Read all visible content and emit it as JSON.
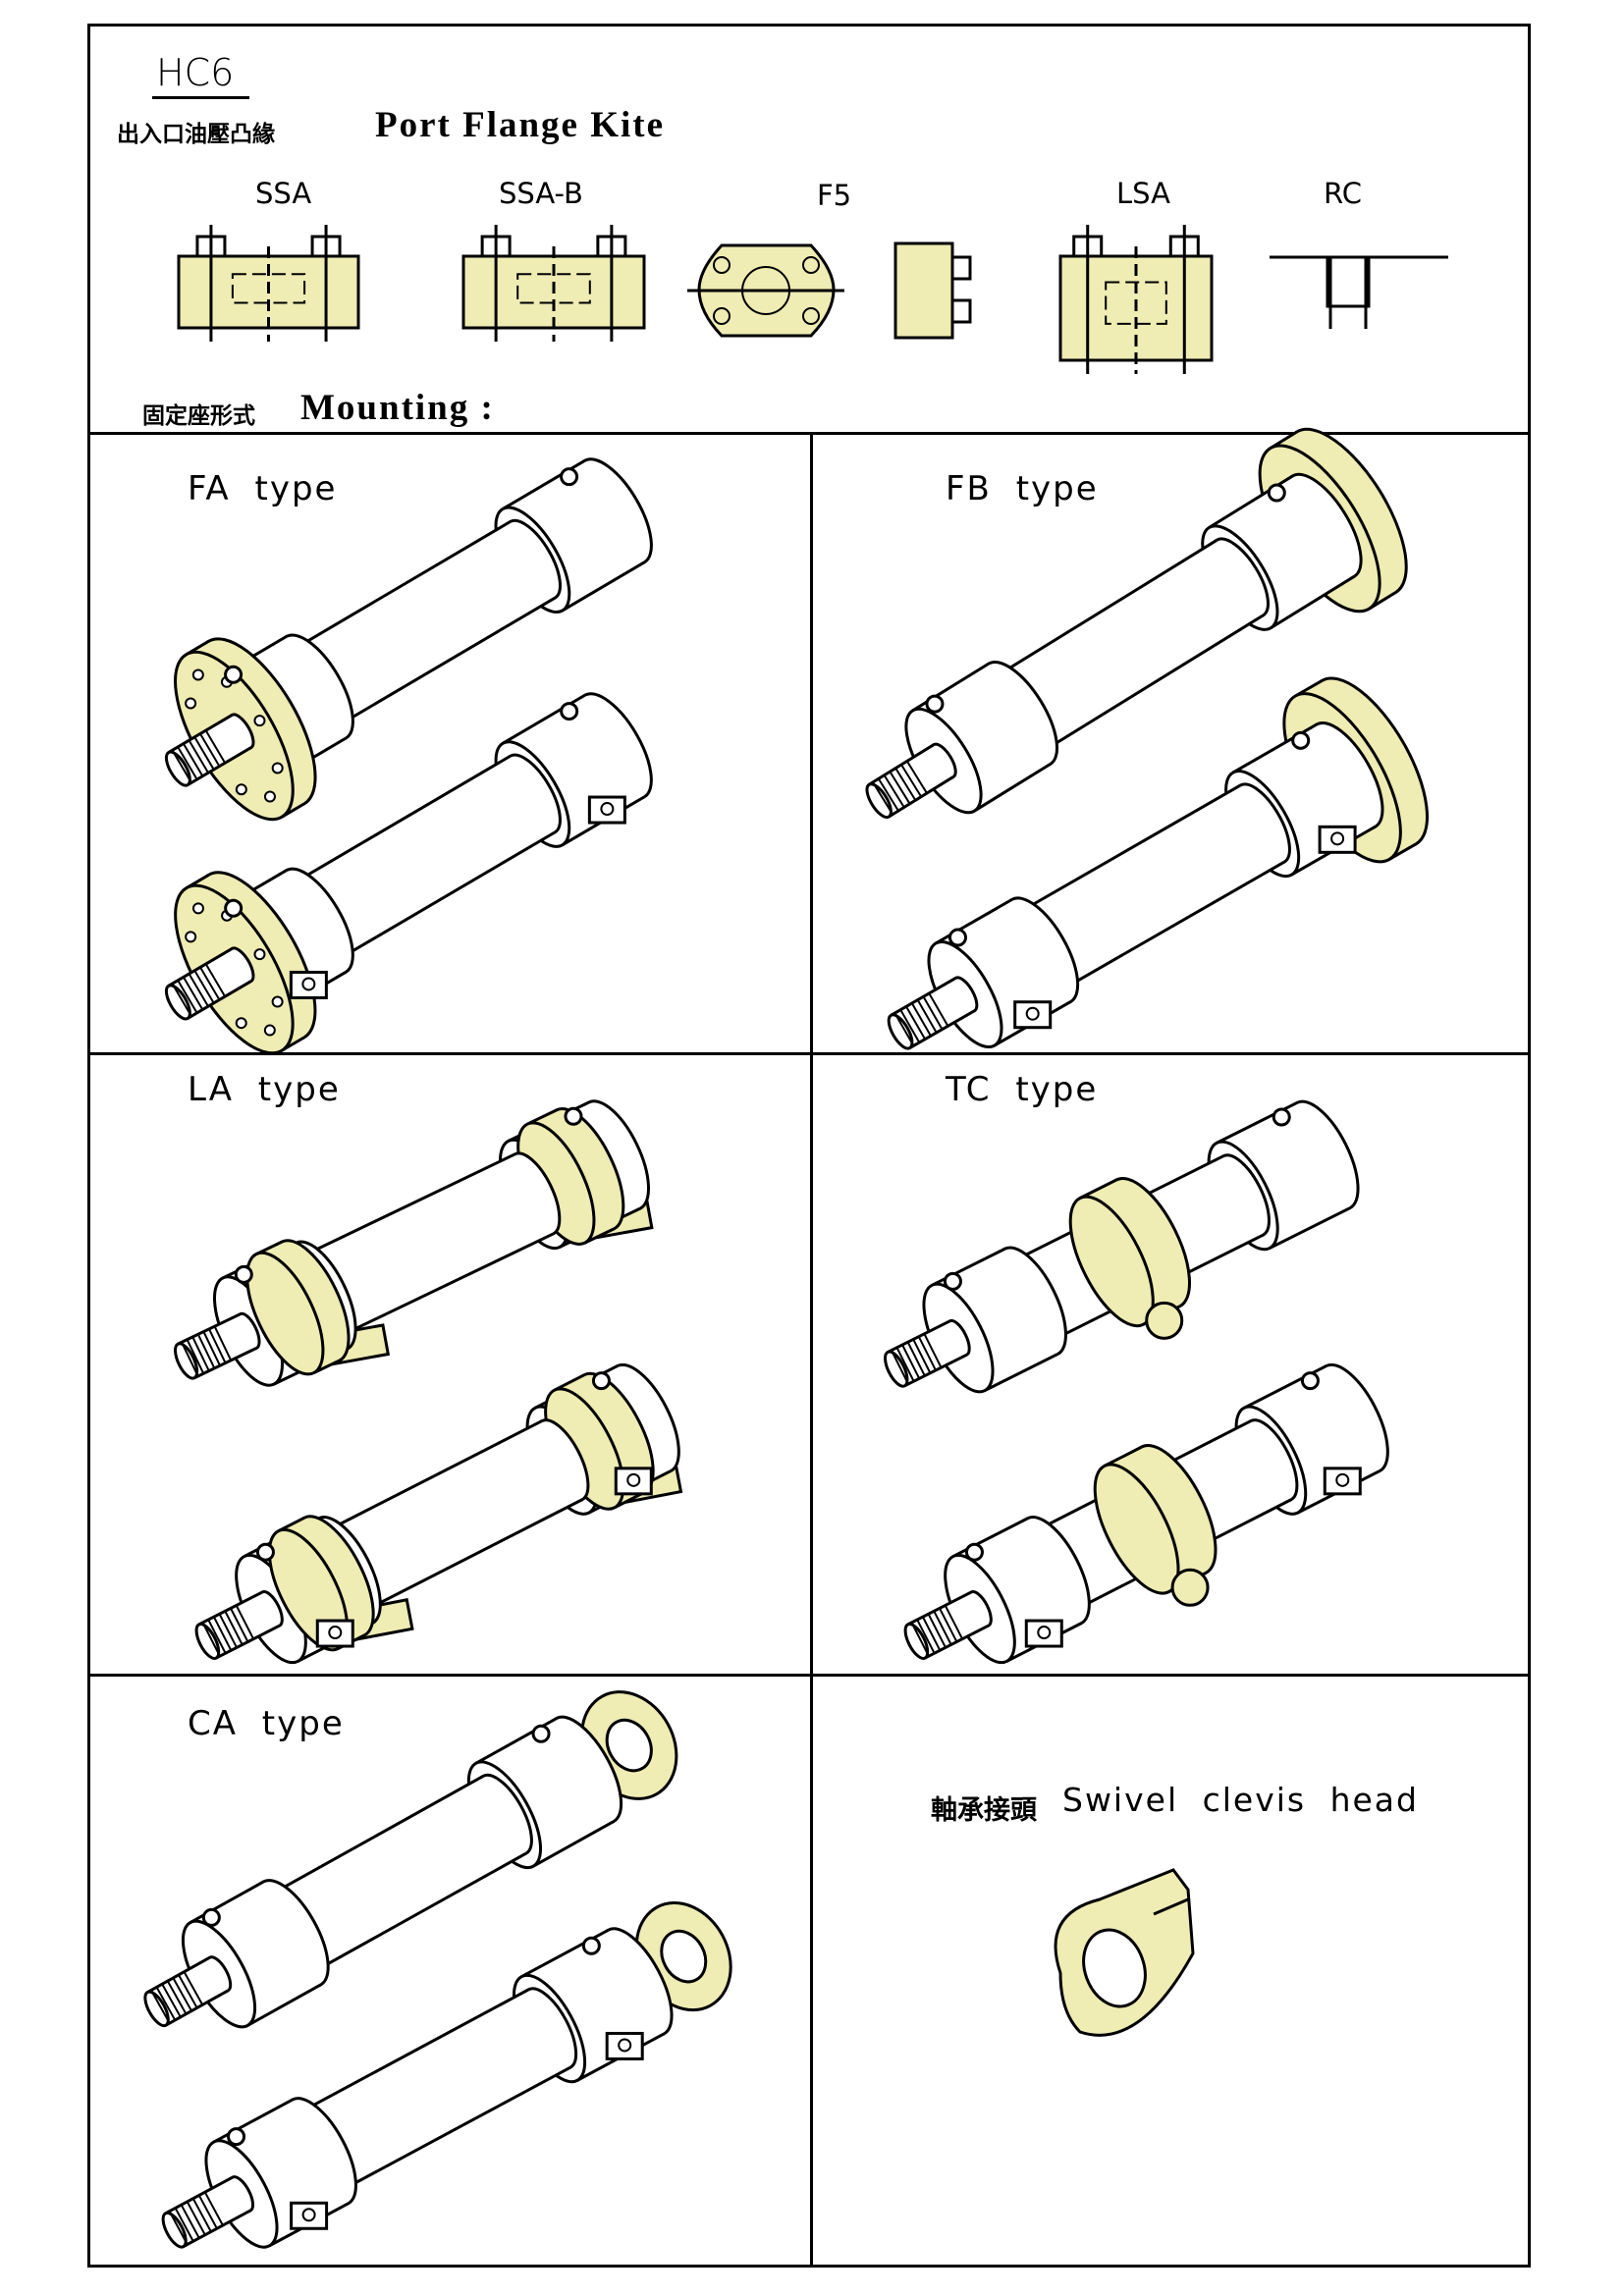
{
  "header": {
    "model": "HC6",
    "port_flange_cn": "出入口油壓凸緣",
    "port_flange_en": "Port Flange Kite",
    "flange_types": [
      "SSA",
      "SSA-B",
      "F5",
      "LSA",
      "RC"
    ],
    "mounting_cn": "固定座形式",
    "mounting_en": "Mounting :"
  },
  "panels": [
    {
      "label": "FA type",
      "mount": "FA"
    },
    {
      "label": "FB type",
      "mount": "FB"
    },
    {
      "label": "LA type",
      "mount": "LA"
    },
    {
      "label": "TC type",
      "mount": "TC"
    },
    {
      "label": "CA type",
      "mount": "CA"
    }
  ],
  "accessory": {
    "label_cn": "軸承接頭",
    "label_en": "Swivel clevis head"
  },
  "colors": {
    "part_fill": "#efecb4",
    "line": "#000000",
    "background": "#ffffff"
  }
}
